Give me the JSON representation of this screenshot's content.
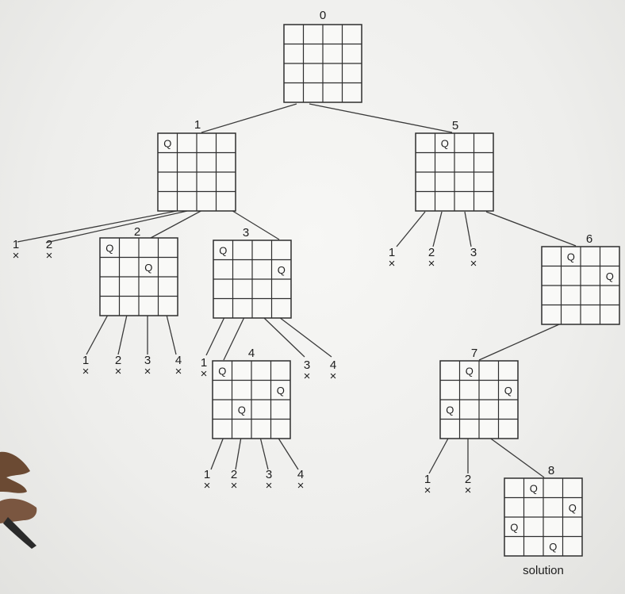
{
  "diagram": {
    "queen_symbol": "Q",
    "reject_symbol": "×",
    "solution_label": "solution",
    "nodes": [
      {
        "id": "0",
        "label": "0",
        "queens": []
      },
      {
        "id": "1",
        "label": "1",
        "queens": [
          [
            0,
            0
          ]
        ]
      },
      {
        "id": "5",
        "label": "5",
        "queens": [
          [
            0,
            1
          ]
        ]
      },
      {
        "id": "2",
        "label": "2",
        "queens": [
          [
            0,
            0
          ],
          [
            1,
            2
          ]
        ]
      },
      {
        "id": "3",
        "label": "3",
        "queens": [
          [
            0,
            0
          ],
          [
            1,
            3
          ]
        ]
      },
      {
        "id": "6",
        "label": "6",
        "queens": [
          [
            0,
            1
          ],
          [
            1,
            3
          ]
        ]
      },
      {
        "id": "4",
        "label": "4",
        "queens": [
          [
            0,
            0
          ],
          [
            1,
            3
          ],
          [
            2,
            1
          ]
        ]
      },
      {
        "id": "7",
        "label": "7",
        "queens": [
          [
            0,
            1
          ],
          [
            1,
            3
          ],
          [
            2,
            0
          ]
        ]
      },
      {
        "id": "8",
        "label": "8",
        "queens": [
          [
            0,
            1
          ],
          [
            1,
            3
          ],
          [
            2,
            0
          ],
          [
            3,
            2
          ]
        ]
      }
    ],
    "edges": [
      [
        "0",
        "1"
      ],
      [
        "0",
        "5"
      ],
      [
        "1",
        "2"
      ],
      [
        "1",
        "3"
      ],
      [
        "5",
        "6"
      ],
      [
        "3",
        "4"
      ],
      [
        "6",
        "7"
      ],
      [
        "7",
        "8"
      ]
    ],
    "dead_ends": [
      {
        "parent": "1",
        "label": "1"
      },
      {
        "parent": "1",
        "label": "2"
      },
      {
        "parent": "2",
        "label": "1"
      },
      {
        "parent": "2",
        "label": "2"
      },
      {
        "parent": "2",
        "label": "3"
      },
      {
        "parent": "2",
        "label": "4"
      },
      {
        "parent": "3",
        "label": "1"
      },
      {
        "parent": "3",
        "label": "3"
      },
      {
        "parent": "3",
        "label": "4"
      },
      {
        "parent": "5",
        "label": "1"
      },
      {
        "parent": "5",
        "label": "2"
      },
      {
        "parent": "5",
        "label": "3"
      },
      {
        "parent": "4",
        "label": "1"
      },
      {
        "parent": "4",
        "label": "2"
      },
      {
        "parent": "4",
        "label": "3"
      },
      {
        "parent": "4",
        "label": "4"
      },
      {
        "parent": "7",
        "label": "1"
      },
      {
        "parent": "7",
        "label": "2"
      }
    ],
    "solution_node": "8"
  }
}
